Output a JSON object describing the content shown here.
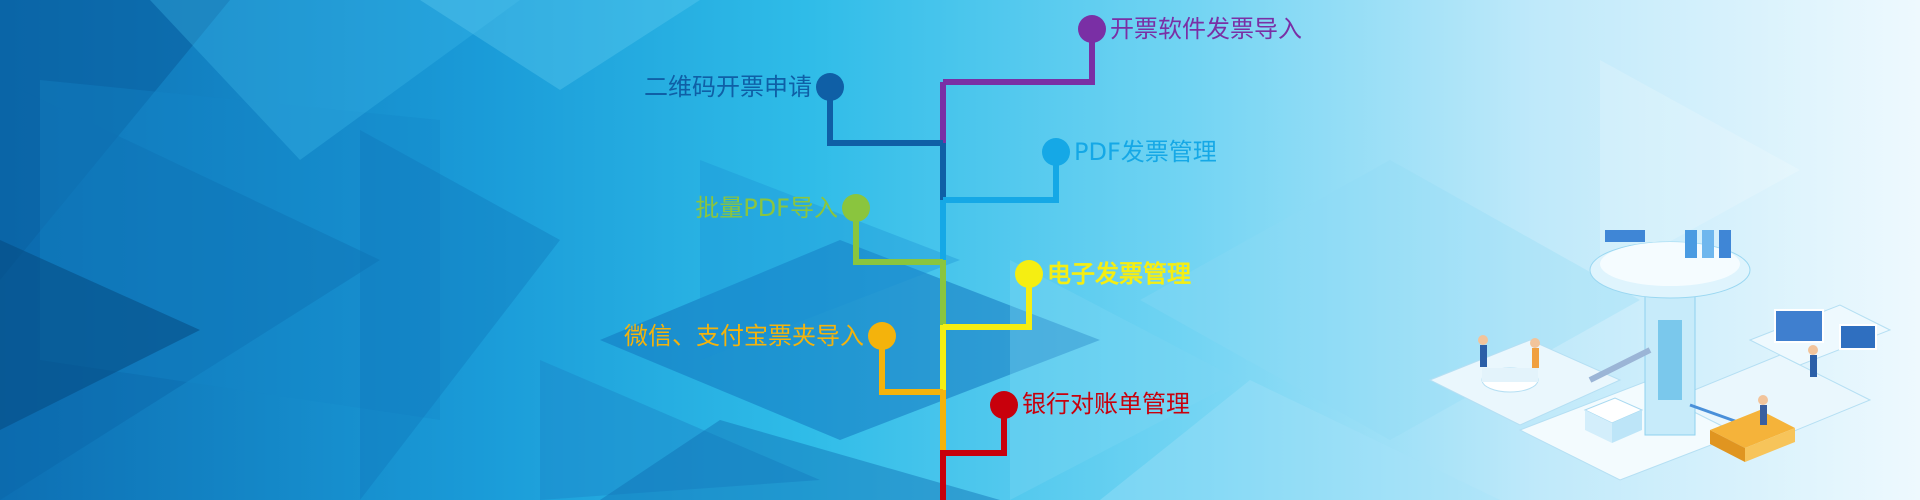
{
  "features": [
    {
      "id": "invoice-software-import",
      "label": "开票软件发票导入",
      "color": "#7a2fa5"
    },
    {
      "id": "qrcode-invoice-apply",
      "label": "二维码开票申请",
      "color": "#0f5fa6"
    },
    {
      "id": "pdf-invoice-manage",
      "label": "PDF发票管理",
      "color": "#15a8e6"
    },
    {
      "id": "batch-pdf-import",
      "label": "批量PDF导入",
      "color": "#8ac53e"
    },
    {
      "id": "e-invoice-manage",
      "label": "电子发票管理",
      "color": "#f5ee12"
    },
    {
      "id": "wechat-alipay-import",
      "label": "微信、支付宝票夹导入",
      "color": "#f4b30c"
    },
    {
      "id": "bank-statement-manage",
      "label": "银行对账单管理",
      "color": "#c8000c"
    }
  ]
}
